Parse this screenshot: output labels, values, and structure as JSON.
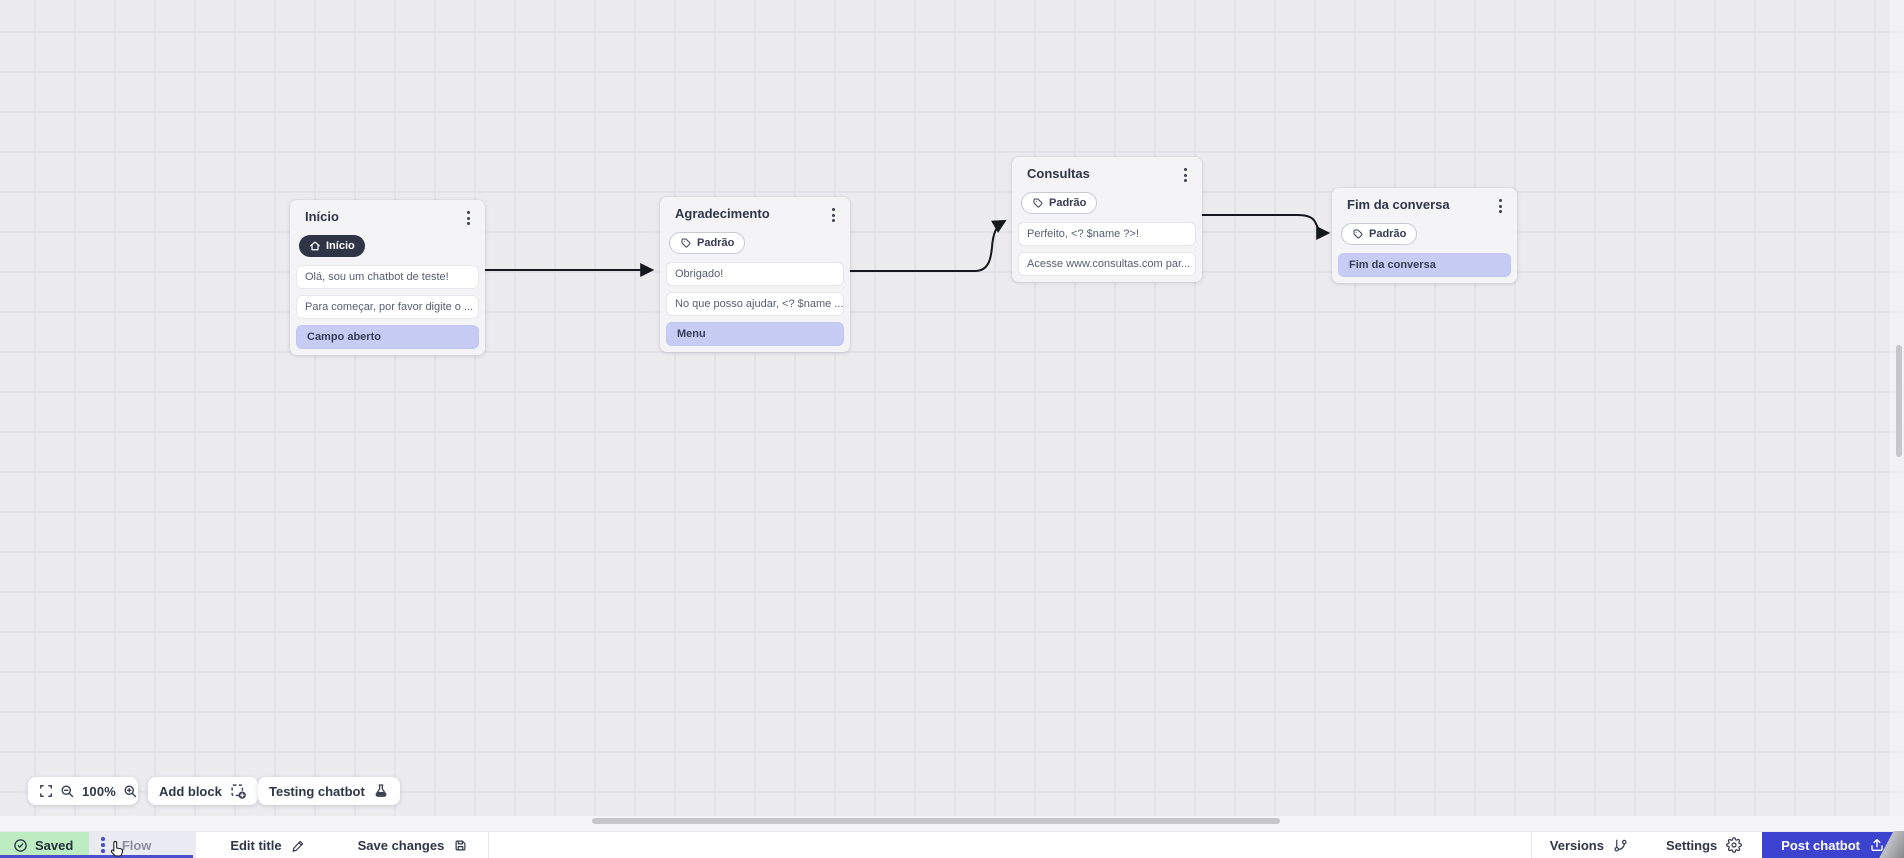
{
  "colors": {
    "accent_indigo": "#4b4fce",
    "post_button_blue": "#3b43cf",
    "saved_green_bg": "#bdecc2",
    "input_card_lavender": "#c6ccf4",
    "start_badge_dark": "#2f3547",
    "connection_line": "#15181d",
    "canvas_bg": "#ecebee"
  },
  "canvas": {
    "nodes": [
      {
        "title": "Início",
        "badge": {
          "label": "Início",
          "icon": "home-icon",
          "style": "dark"
        },
        "cards": [
          {
            "text": "Olá, sou um chatbot de teste!",
            "kind": "message"
          },
          {
            "text": "Para começar, por favor digite o ...",
            "kind": "message"
          },
          {
            "text": "Campo aberto",
            "kind": "input"
          }
        ]
      },
      {
        "title": "Agradecimento",
        "badge": {
          "label": "Padrão",
          "icon": "tag-icon",
          "style": "outline"
        },
        "cards": [
          {
            "text": "Obrigado!",
            "kind": "message"
          },
          {
            "text": "No que posso ajudar, <? $name ...",
            "kind": "message"
          },
          {
            "text": "Menu",
            "kind": "input"
          }
        ]
      },
      {
        "title": "Consultas",
        "badge": {
          "label": "Padrão",
          "icon": "tag-icon",
          "style": "outline"
        },
        "cards": [
          {
            "text": "Perfeito, <? $name ?>!",
            "kind": "message"
          },
          {
            "text": "Acesse www.consultas.com par...",
            "kind": "message"
          }
        ]
      },
      {
        "title": "Fim da conversa",
        "badge": {
          "label": "Padrão",
          "icon": "tag-icon",
          "style": "outline"
        },
        "cards": [
          {
            "text": "Fim da conversa",
            "kind": "input"
          }
        ]
      }
    ]
  },
  "toolbar": {
    "zoom_level": "100%",
    "add_block": "Add block",
    "testing_chatbot": "Testing chatbot",
    "icons": [
      "fullscreen-icon",
      "zoom-out-icon",
      "zoom-in-icon",
      "add-block-icon",
      "flask-icon"
    ]
  },
  "statusbar": {
    "saved": "Saved",
    "flow_tab": "Flow",
    "edit_title": "Edit title",
    "save_changes": "Save changes",
    "versions": "Versions",
    "settings": "Settings",
    "post_chatbot": "Post chatbot",
    "icons": [
      "check-circle-icon",
      "kebab-icon",
      "pencil-icon",
      "save-icon",
      "git-branch-icon",
      "gear-icon",
      "upload-icon"
    ]
  }
}
